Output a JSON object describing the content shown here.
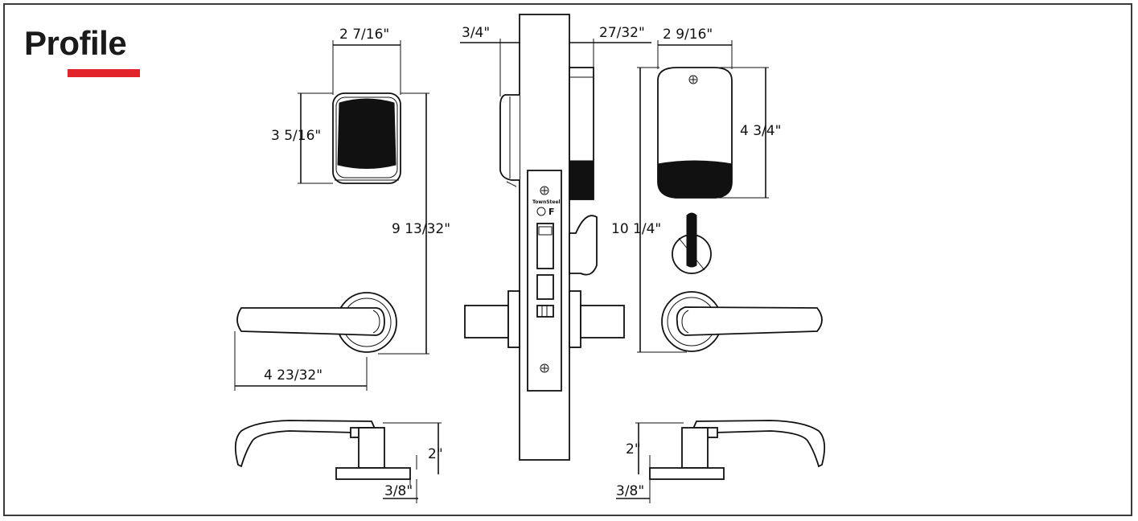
{
  "title": "Profile",
  "accent_color": "#e2232a",
  "dimensions": {
    "reader_width": "2 7/16\"",
    "reader_height": "3 5/16\"",
    "lever_to_reader": "9 13/32\"",
    "lever_length": "4 23/32\"",
    "left_projection": "2\"",
    "left_rose": "3/8\"",
    "door_edge": "3/4\"",
    "backset": "27/32\"",
    "escutcheon_width": "2 9/16\"",
    "escutcheon_height": "4 3/4\"",
    "key_to_lever": "10 1/4\"",
    "right_projection": "2\"",
    "right_rose": "3/8\""
  },
  "faceplate": {
    "brand": "TownSteel",
    "fire_mark": "F"
  }
}
